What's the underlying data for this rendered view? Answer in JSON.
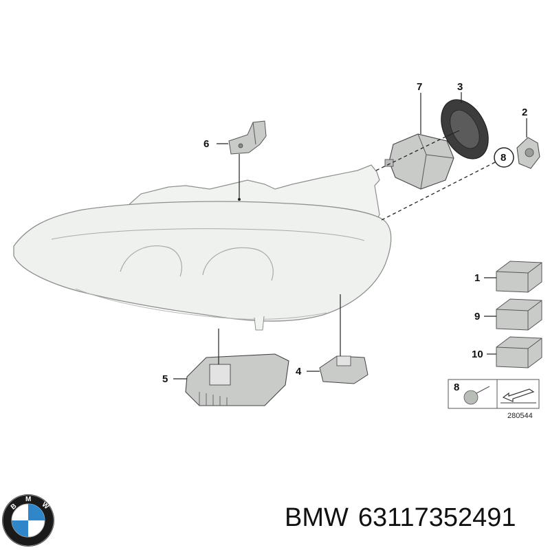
{
  "diagram": {
    "part_labels": {
      "p1": "1",
      "p2": "2",
      "p3": "3",
      "p4": "4",
      "p5": "5",
      "p6": "6",
      "p7": "7",
      "p8": "8",
      "p9": "9",
      "p10": "10"
    },
    "legend_callout": "8",
    "reference_number": "280544"
  },
  "footer": {
    "brand": "BMW",
    "part_number": "63117352491"
  },
  "logo": {
    "letters": "BMW",
    "icon": "bmw-logo-icon"
  },
  "colors": {
    "lens": "#eef1ee",
    "outline": "#8d908d",
    "parts": "#c9cbc9",
    "text": "#111111"
  }
}
